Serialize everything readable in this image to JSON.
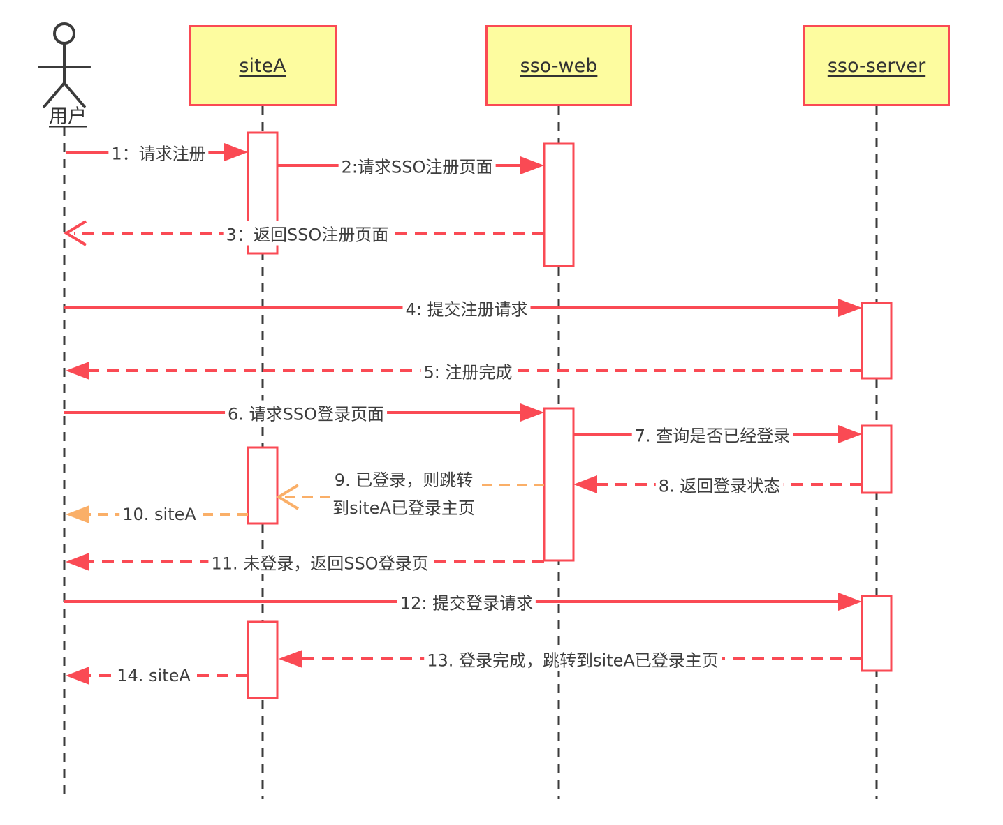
{
  "participants": [
    {
      "name": "用户",
      "type": "actor"
    },
    {
      "name": "siteA",
      "type": "object"
    },
    {
      "name": "sso-web",
      "type": "object"
    },
    {
      "name": "sso-server",
      "type": "object"
    }
  ],
  "messages": [
    {
      "label": "1：请求注册",
      "from": "用户",
      "to": "siteA",
      "line": "solid",
      "arrow": "filled",
      "color": "#FA4A54"
    },
    {
      "label": "2:请求SSO注册页面",
      "from": "siteA",
      "to": "sso-web",
      "line": "solid",
      "arrow": "filled",
      "color": "#FA4A54"
    },
    {
      "label": "3：返回SSO注册页面",
      "from": "sso-web",
      "to": "用户",
      "line": "dashed",
      "arrow": "open",
      "color": "#FA4A54"
    },
    {
      "label": "4: 提交注册请求",
      "from": "用户",
      "to": "sso-server",
      "line": "solid",
      "arrow": "filled",
      "color": "#FA4A54"
    },
    {
      "label": "5: 注册完成",
      "from": "sso-server",
      "to": "用户",
      "line": "dashed",
      "arrow": "filled",
      "color": "#FA4A54"
    },
    {
      "label": "6. 请求SSO登录页面",
      "from": "用户",
      "to": "sso-web",
      "line": "solid",
      "arrow": "filled",
      "color": "#FA4A54"
    },
    {
      "label": "7. 查询是否已经登录",
      "from": "sso-web",
      "to": "sso-server",
      "line": "solid",
      "arrow": "filled",
      "color": "#FA4A54"
    },
    {
      "label": "8. 返回登录状态",
      "from": "sso-server",
      "to": "sso-web",
      "line": "dashed",
      "arrow": "filled",
      "color": "#FA4A54"
    },
    {
      "label": "9. 已登录，则跳转到siteA已登录主页",
      "lines": [
        "9. 已登录，则跳转",
        "到siteA已登录主页"
      ],
      "from": "sso-web",
      "to": "siteA",
      "line": "dashed",
      "arrow": "open",
      "color": "#FAAF68"
    },
    {
      "label": "10. siteA",
      "from": "siteA",
      "to": "用户",
      "line": "dashed",
      "arrow": "filled",
      "color": "#FAAF68"
    },
    {
      "label": "11. 未登录，返回SSO登录页",
      "from": "sso-web",
      "to": "用户",
      "line": "dashed",
      "arrow": "filled",
      "color": "#FA4A54"
    },
    {
      "label": "12: 提交登录请求",
      "from": "用户",
      "to": "sso-server",
      "line": "solid",
      "arrow": "filled",
      "color": "#FA4A54"
    },
    {
      "label": "13. 登录完成，跳转到siteA已登录主页",
      "from": "sso-server",
      "to": "siteA",
      "line": "dashed",
      "arrow": "filled",
      "color": "#FA4A54"
    },
    {
      "label": "14. siteA",
      "from": "siteA",
      "to": "用户",
      "line": "dashed",
      "arrow": "filled",
      "color": "#FA4A54"
    }
  ],
  "colors": {
    "red": "#FA4A54",
    "orange": "#FAAF68",
    "participant_fill": "#FDFC9F",
    "lifeline": "#3B3B3B",
    "text": "#3D3D3D",
    "background": "#FFFFFF"
  }
}
